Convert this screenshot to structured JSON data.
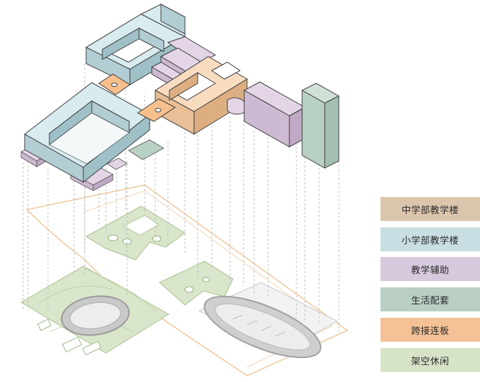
{
  "legend": {
    "items": [
      {
        "label": "中学部教学楼",
        "color": "#dcc5ad"
      },
      {
        "label": "小学部教学楼",
        "color": "#c9dee2"
      },
      {
        "label": "教学辅助",
        "color": "#d6c9dd"
      },
      {
        "label": "生活配套",
        "color": "#b9cfc4"
      },
      {
        "label": "跨接连板",
        "color": "#f5c196"
      },
      {
        "label": "架空休闲",
        "color": "#d6e3c7"
      }
    ]
  },
  "colors": {
    "primary_building": "#d8ebef",
    "middle_building": "#f7dcc0",
    "teaching_aux": "#e3d5e6",
    "living": "#bcd2c6",
    "bridge": "#f7bf8b",
    "landscape": "#d9e6cb",
    "site_outline": "#f2c79b",
    "guide_line": "#b0b0b0"
  }
}
